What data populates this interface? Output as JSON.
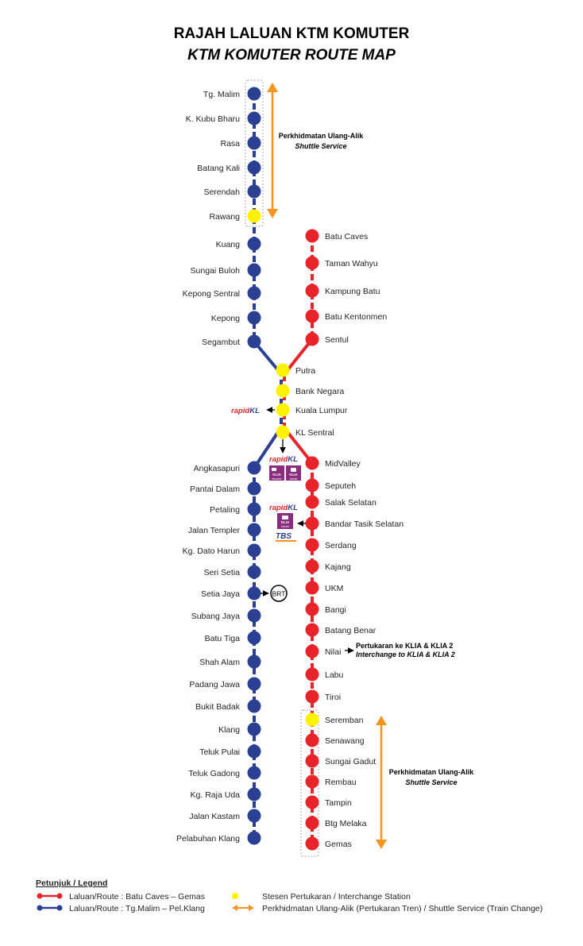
{
  "title_ms": "RAJAH LALUAN KTM KOMUTER",
  "title_en": "KTM KOMUTER ROUTE MAP",
  "colors": {
    "blue": "#2b3f93",
    "red": "#e8232a",
    "yellow": "#fff200",
    "orange": "#f7941d"
  },
  "blue_north": [
    "Tg.  Malim",
    "K. Kubu Bharu",
    "Rasa",
    "Batang Kali",
    "Serendah",
    "Rawang",
    "Kuang",
    "Sungai Buloh",
    "Kepong Sentral",
    "Kepong",
    "Segambut"
  ],
  "red_north": [
    "Batu Caves",
    "Taman Wahyu",
    "Kampung Batu",
    "Batu Kentonmen",
    "Sentul"
  ],
  "central": [
    "Putra",
    "Bank Negara",
    "Kuala Lumpur",
    "KL Sentral"
  ],
  "blue_south": [
    "Angkasapuri",
    "Pantai Dalam",
    "Petaling",
    "Jalan Templer",
    "Kg. Dato Harun",
    "Seri Setia",
    "Setia Jaya",
    "Subang Jaya",
    "Batu Tiga",
    "Shah Alam",
    "Padang Jawa",
    "Bukit Badak",
    "Klang",
    "Teluk Pulai",
    "Teluk Gadong",
    "Kg. Raja Uda",
    "Jalan Kastam",
    "Pelabuhan Klang"
  ],
  "red_south": [
    "MidValley",
    "Seputeh",
    "Salak Selatan",
    "Bandar Tasik Selatan",
    "Serdang",
    "Kajang",
    "UKM",
    "Bangi",
    "Batang Benar",
    "Nilai",
    "Labu",
    "Tiroi",
    "Seremban",
    "Senawang",
    "Sungai Gadut",
    "Rembau",
    "Tampin",
    "Btg Melaka",
    "Gemas"
  ],
  "shuttle_north": {
    "ms": "Perkhidmatan Ulang-Alik",
    "en": "Shuttle Service"
  },
  "shuttle_south": {
    "ms": "Perkhidmatan Ulang-Alik",
    "en": "Shuttle Service"
  },
  "nilai_note": {
    "ms": "Pertukaran ke KLIA  & KLIA 2",
    "en": "Interchange to KLIA & KLIA 2"
  },
  "brt_label": "BRT",
  "rapid": {
    "word": "rapid",
    "kl": "KL"
  },
  "klia": {
    "name": "KLIA",
    "express": "ekspres",
    "transit": "transit"
  },
  "tbs": "TBS",
  "legend": {
    "heading": "Petunjuk / Legend",
    "red_route": "Laluan/Route : Batu Caves – Gemas",
    "blue_route": "Laluan/Route : Tg.Malim – Pel.Klang",
    "interchange": "Stesen Pertukaran / Interchange Station",
    "shuttle": "Perkhidmatan Ulang-Alik (Pertukaran Tren) / Shuttle Service (Train Change)"
  }
}
